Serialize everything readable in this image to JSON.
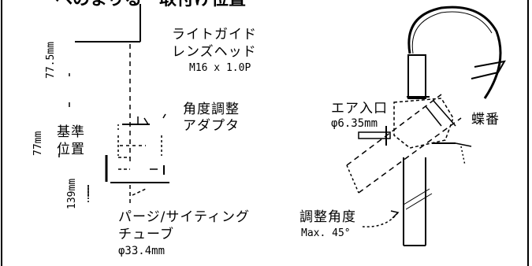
{
  "title": "へのまりる　取付け位置",
  "left": {
    "light_guide": [
      "ライトガイド",
      "レンズヘッド"
    ],
    "thread": "M16 x 1.0P",
    "adapter": [
      "角度調整",
      "アダプタ"
    ],
    "reference": [
      "基準",
      "位置"
    ],
    "dim_top": "77.5mm",
    "dim_mid": "77mm",
    "dim_bottom": "139mm",
    "purge_tube": [
      "パージ/サイティング",
      "チューブ",
      "φ33.4mm"
    ]
  },
  "right": {
    "air_inlet": [
      "エア入口",
      "φ6.35mm"
    ],
    "hinge": "蝶番",
    "angle": [
      "調整角度",
      "Max. 45°"
    ]
  }
}
